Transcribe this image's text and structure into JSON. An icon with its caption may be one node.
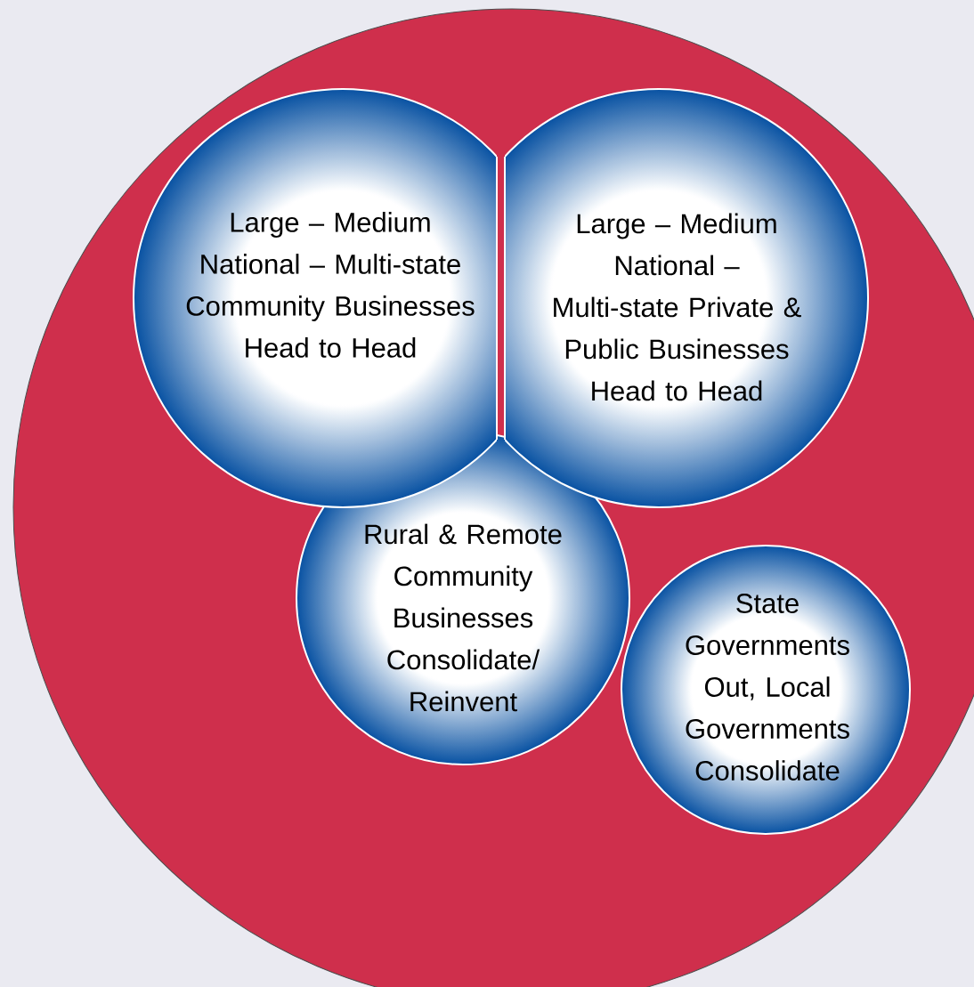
{
  "diagram": {
    "nodes": [
      {
        "text": [],
        "shape": "circle"
      },
      {
        "text": [
          "Large – Medium National – Multi-state Community Businesses Head to Head"
        ],
        "in": 0
      },
      {
        "text": [
          "Large – Medium National – Multi-state Private & Public Businesses Head to Head"
        ],
        "in": 0
      },
      {
        "text": [
          "Rural & Remote Community Businesses Consolidate/ Reinvent"
        ],
        "in": 0
      },
      {
        "text": [
          "State Governments Out, Local Governments Consolidate"
        ],
        "in": 0
      }
    ]
  }
}
